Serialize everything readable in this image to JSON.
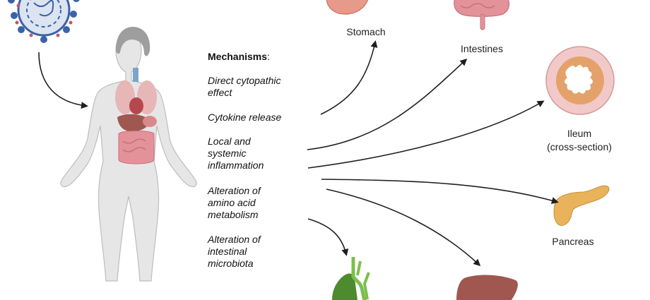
{
  "mechanisms": {
    "title": "Mechanisms",
    "title_suffix": ":",
    "items": [
      [
        "Direct cytopathic",
        "effect"
      ],
      [
        "Cytokine release"
      ],
      [
        "Local and",
        "systemic",
        "inflammation"
      ],
      [
        "Alteration of",
        "amino acid",
        "metabolism"
      ],
      [
        "Alteration of",
        "intestinal",
        "microbiota"
      ]
    ]
  },
  "organs": {
    "stomach": "Stomach",
    "intestines": "Intestines",
    "ileum": [
      "Ileum",
      "(cross-section)"
    ],
    "pancreas": "Pancreas"
  },
  "colors": {
    "arrow": "#1f1f1f",
    "body": "#e6e6e6",
    "body_outline": "#bdbdbd",
    "hair": "#9e9e9e",
    "intestine": "#e4929a",
    "liver": "#a0574f",
    "pancreas": "#e9b35c",
    "ileum_outer": "#f2c9c9",
    "ileum_mid": "#e4a26a",
    "virus": "#3a63a8",
    "virus_spike": "#c0566a",
    "gallbladder": "#4e8a2e"
  }
}
